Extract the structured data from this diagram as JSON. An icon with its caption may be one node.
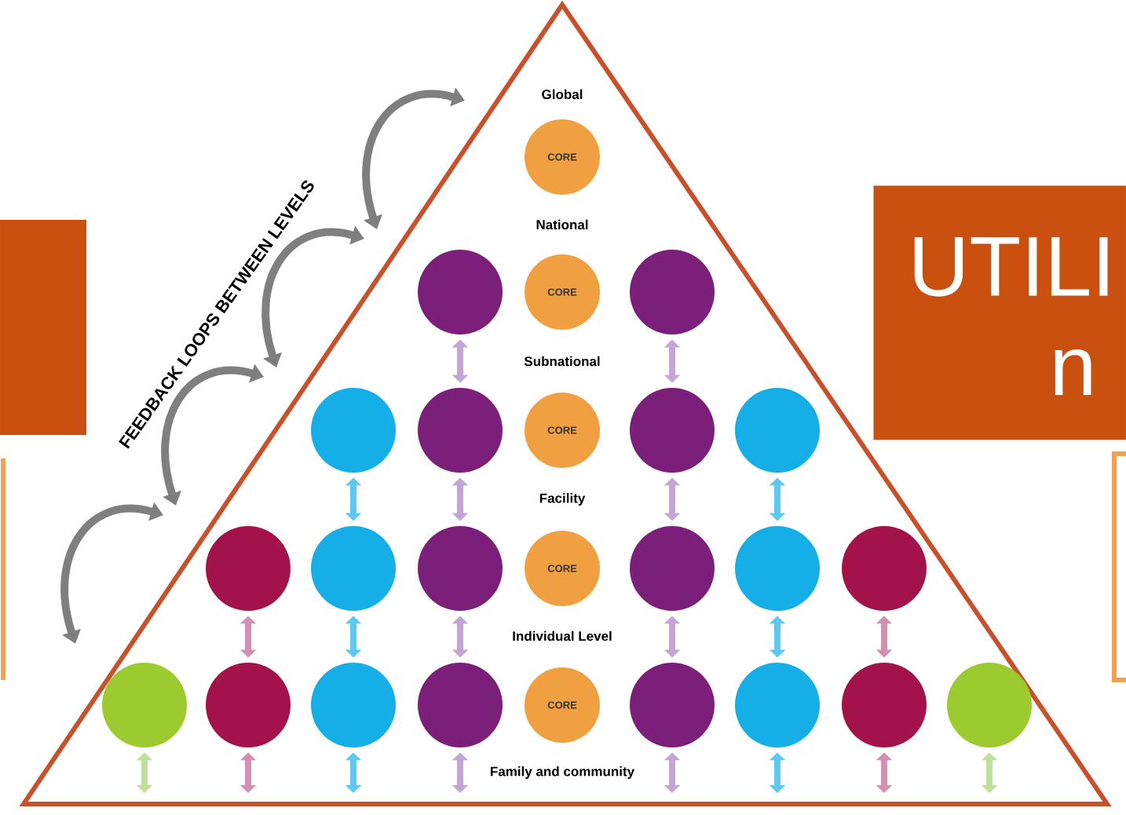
{
  "diagram": {
    "nodes": [
      {
        "text": [
          "CORE"
        ]
      },
      {
        "text": [],
        "shape": "circle"
      },
      {
        "text": [
          "CORE"
        ]
      },
      {
        "text": [],
        "shape": "circle"
      },
      {
        "text": [],
        "shape": "circle"
      },
      {
        "text": [],
        "shape": "circle"
      },
      {
        "text": [
          "CORE"
        ]
      },
      {
        "text": [],
        "shape": "circle"
      },
      {
        "text": [],
        "shape": "circle"
      },
      {
        "text": [],
        "shape": "circle"
      },
      {
        "text": [],
        "shape": "circle"
      },
      {
        "text": [],
        "shape": "circle"
      },
      {
        "text": [
          "CORE"
        ]
      },
      {
        "text": [],
        "shape": "circle"
      },
      {
        "text": [],
        "shape": "circle"
      },
      {
        "text": [],
        "shape": "circle"
      },
      {
        "text": [],
        "shape": "circle"
      },
      {
        "text": [],
        "shape": "circle"
      },
      {
        "text": [],
        "shape": "circle"
      },
      {
        "text": [],
        "shape": "circle"
      },
      {
        "text": [
          "CORE"
        ]
      },
      {
        "text": [],
        "shape": "circle"
      },
      {
        "text": [],
        "shape": "circle"
      },
      {
        "text": [],
        "shape": "circle"
      },
      {
        "text": [],
        "shape": "circle"
      },
      {
        "text": [
          "UTILI",
          "n"
        ]
      },
      {
        "text": [],
        "shape": "box"
      },
      {
        "text": [],
        "shape": "box"
      },
      {
        "text": [],
        "shape": "box"
      }
    ],
    "edges": [
      {
        "from": 1,
        "to": 5,
        "arrow": "both"
      },
      {
        "from": 3,
        "to": 7,
        "arrow": "both"
      },
      {
        "from": 4,
        "to": 10,
        "arrow": "both",
        "color": "#5ec8f0"
      },
      {
        "from": 5,
        "to": 11,
        "arrow": "both"
      },
      {
        "from": 7,
        "to": 13,
        "arrow": "both"
      },
      {
        "from": 8,
        "to": 14,
        "arrow": "both",
        "color": "#5ec8f0"
      },
      {
        "from": 9,
        "to": 17,
        "arrow": "both",
        "color": "#d490b0"
      },
      {
        "from": 10,
        "to": 18,
        "arrow": "both",
        "color": "#5ec8f0"
      },
      {
        "from": 11,
        "to": 19,
        "arrow": "both"
      },
      {
        "from": 13,
        "to": 21,
        "arrow": "both"
      },
      {
        "from": 14,
        "to": 22,
        "arrow": "both",
        "color": "#5ec8f0"
      },
      {
        "from": 15,
        "to": 23,
        "arrow": "both",
        "color": "#d490b0"
      },
      {
        "from": 16,
        "to": null,
        "arrow": "both",
        "color": "#bfe09a"
      },
      {
        "from": 17,
        "to": null,
        "arrow": "both",
        "color": "#d490b0"
      },
      {
        "from": 18,
        "to": null,
        "arrow": "both",
        "color": "#5ec8f0"
      },
      {
        "from": 19,
        "to": null,
        "arrow": "both"
      },
      {
        "from": 21,
        "to": null,
        "arrow": "both"
      },
      {
        "from": 22,
        "to": null,
        "arrow": "both",
        "color": "#5ec8f0"
      },
      {
        "from": 23,
        "to": null,
        "arrow": "both",
        "color": "#d490b0"
      },
      {
        "from": 24,
        "to": null,
        "arrow": "both",
        "color": "#bfe09a"
      }
    ],
    "labels": [
      "FEEDBACK LOOPS BETWEEN LEVELS",
      "Global",
      "National",
      "Subnational",
      "Facility",
      "Individual Level",
      "Family and community"
    ]
  }
}
